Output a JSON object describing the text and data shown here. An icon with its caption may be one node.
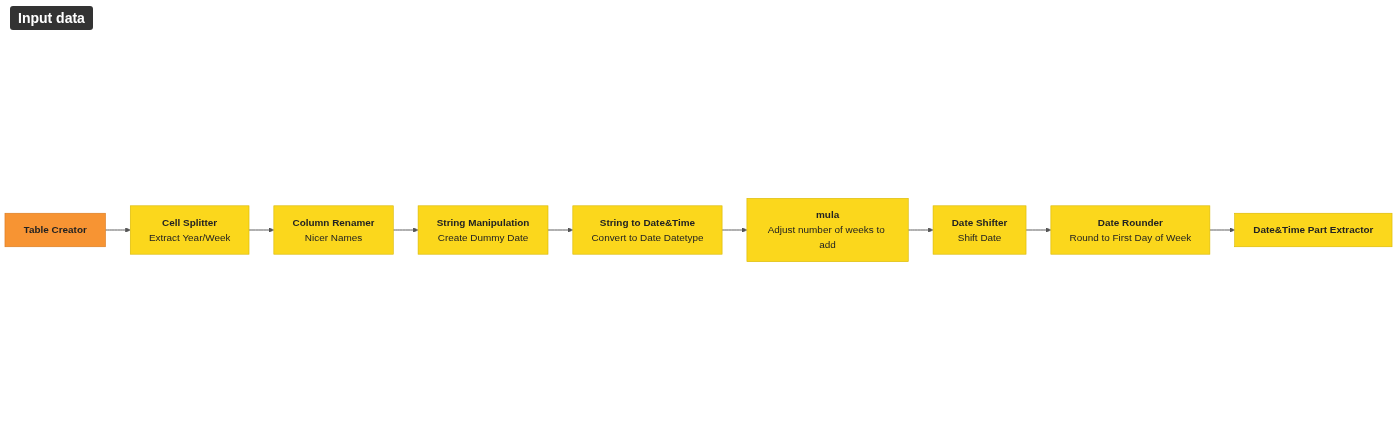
{
  "diagram": {
    "nodes": [
      {
        "text": [
          "Table Creator"
        ]
      },
      {
        "text": [
          "Cell Splitter",
          "Extract Year/Week"
        ]
      },
      {
        "text": [
          "Column Renamer",
          "Nicer Names"
        ]
      },
      {
        "text": [
          "String Manipulation",
          "Create Dummy Date"
        ]
      },
      {
        "text": [
          "String to Date&Time",
          "Convert to Date Datetype"
        ]
      },
      {
        "text": [
          "mula",
          "Adjust number of weeks to add"
        ]
      },
      {
        "text": [
          "Date Shifter",
          "Shift Date"
        ]
      },
      {
        "text": [
          "Date Rounder",
          "Round to First Day of Week"
        ]
      },
      {
        "text": [
          "Date&Time Part Extractor"
        ]
      }
    ],
    "edges": [
      {
        "from": 0,
        "to": 1,
        "arrow": "to"
      },
      {
        "from": 1,
        "to": 2,
        "arrow": "to"
      },
      {
        "from": 2,
        "to": 3,
        "arrow": "to"
      },
      {
        "from": 3,
        "to": 4,
        "arrow": "to"
      },
      {
        "from": 4,
        "to": 5,
        "arrow": "to"
      },
      {
        "from": 5,
        "to": 6,
        "arrow": "to"
      },
      {
        "from": 6,
        "to": 7,
        "arrow": "to"
      },
      {
        "from": 7,
        "to": 8,
        "arrow": "to"
      }
    ],
    "labels": [
      "Input data"
    ]
  }
}
